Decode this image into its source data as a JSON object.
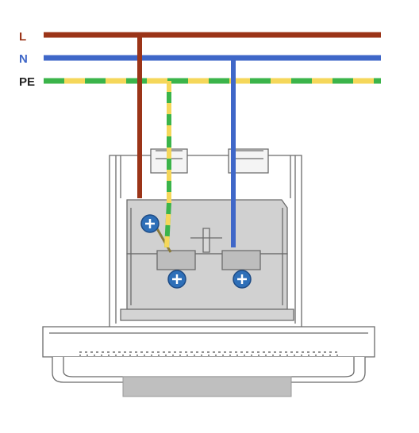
{
  "labels": {
    "live": "L",
    "neutral": "N",
    "earth": "PE"
  },
  "colors": {
    "live": "#9b3418",
    "neutral": "#3f67c8",
    "earth_green": "#3bb44a",
    "earth_yellow": "#f5d75a",
    "housing_stroke": "#6b6b6b",
    "housing_fill": "#bfbfbf",
    "screw": "#2e6fb8"
  },
  "icons": {
    "terminal_screw": "screw-icon"
  }
}
